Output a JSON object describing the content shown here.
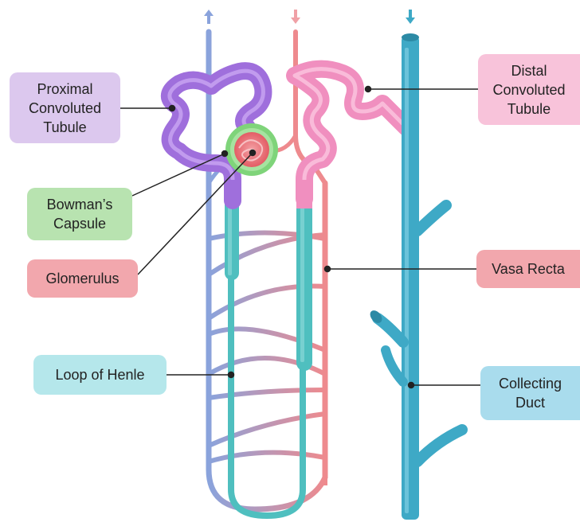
{
  "labels": {
    "proximal": "Proximal\nConvoluted\nTubule",
    "distal": "Distal\nConvoluted\nTubule",
    "bowman": "Bowman’s\nCapsule",
    "glomerulus": "Glomerulus",
    "vasa_recta": "Vasa Recta",
    "loop_of_henle": "Loop of Henle",
    "collecting_duct": "Collecting\nDuct"
  },
  "colors": {
    "proximal_label_bg": "#dcc8ee",
    "distal_label_bg": "#f8c3da",
    "bowman_label_bg": "#b8e3b0",
    "glomerulus_label_bg": "#f2a7ad",
    "vasa_recta_label_bg": "#f2a7ad",
    "loop_label_bg": "#b5e7eb",
    "collecting_label_bg": "#a9dced",
    "proximal_tubule": "#9f6fdc",
    "distal_tubule": "#f08fbf",
    "loop": "#4fbfbf",
    "collecting_duct": "#3ea9c6",
    "artery": "#e97f84",
    "vein": "#7f9cd6",
    "bowman_capsule": "#7fd47a",
    "glomerulus": "#e86a70"
  },
  "icons": {
    "vein_arrow": "arrow-up-icon",
    "artery_arrow": "arrow-down-icon",
    "duct_arrow": "arrow-down-icon"
  }
}
